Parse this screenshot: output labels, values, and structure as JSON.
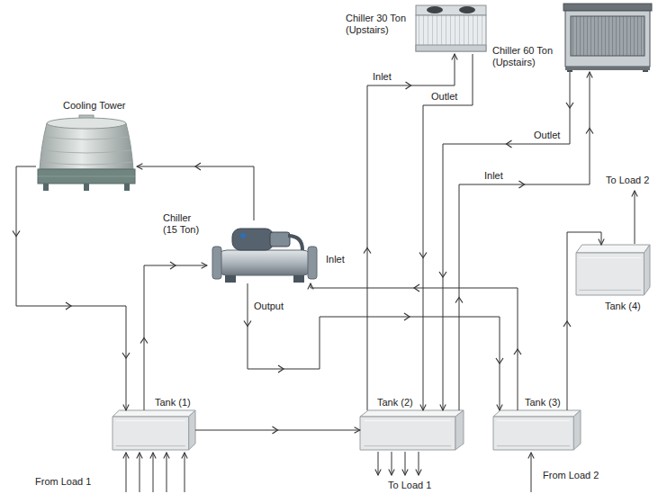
{
  "diagram": {
    "nodes": [
      {
        "text": [
          "Chiller 30 Ton (Upstairs)"
        ]
      },
      {
        "text": [
          "Chiller 60 Ton (Upstairs)"
        ]
      },
      {
        "text": [
          "Cooling Tower"
        ]
      },
      {
        "text": [
          "Chiller (15 Ton)"
        ]
      },
      {
        "text": [
          "Tank (4)"
        ]
      },
      {
        "text": [
          "Tank (1)"
        ]
      },
      {
        "text": [
          "Tank (2)"
        ]
      },
      {
        "text": [
          "Tank (3)"
        ]
      }
    ],
    "edges": [
      {
        "from": 3,
        "to": 2,
        "arrow": "to"
      },
      {
        "from": 2,
        "to": 5,
        "arrow": "to"
      },
      {
        "from": 5,
        "to": 3,
        "arrow": "to"
      },
      {
        "from": 3,
        "to": 7,
        "label": "Output",
        "arrow": "to"
      },
      {
        "from": 7,
        "to": 3,
        "label": "Inlet",
        "arrow": "to"
      },
      {
        "from": 5,
        "to": 6,
        "arrow": "to"
      },
      {
        "from": 6,
        "to": 0,
        "label": "Inlet",
        "arrow": "to"
      },
      {
        "from": 0,
        "to": 6,
        "label": "Outlet",
        "arrow": "to"
      },
      {
        "from": 1,
        "to": 6,
        "label": "Outlet",
        "arrow": "to"
      },
      {
        "from": 6,
        "to": 1,
        "label": "Inlet",
        "arrow": "to"
      },
      {
        "from": 7,
        "to": 4,
        "arrow": "to"
      }
    ],
    "labels": [
      "From Load 1",
      "To Load 1",
      "From Load 2",
      "To Load 2"
    ]
  }
}
